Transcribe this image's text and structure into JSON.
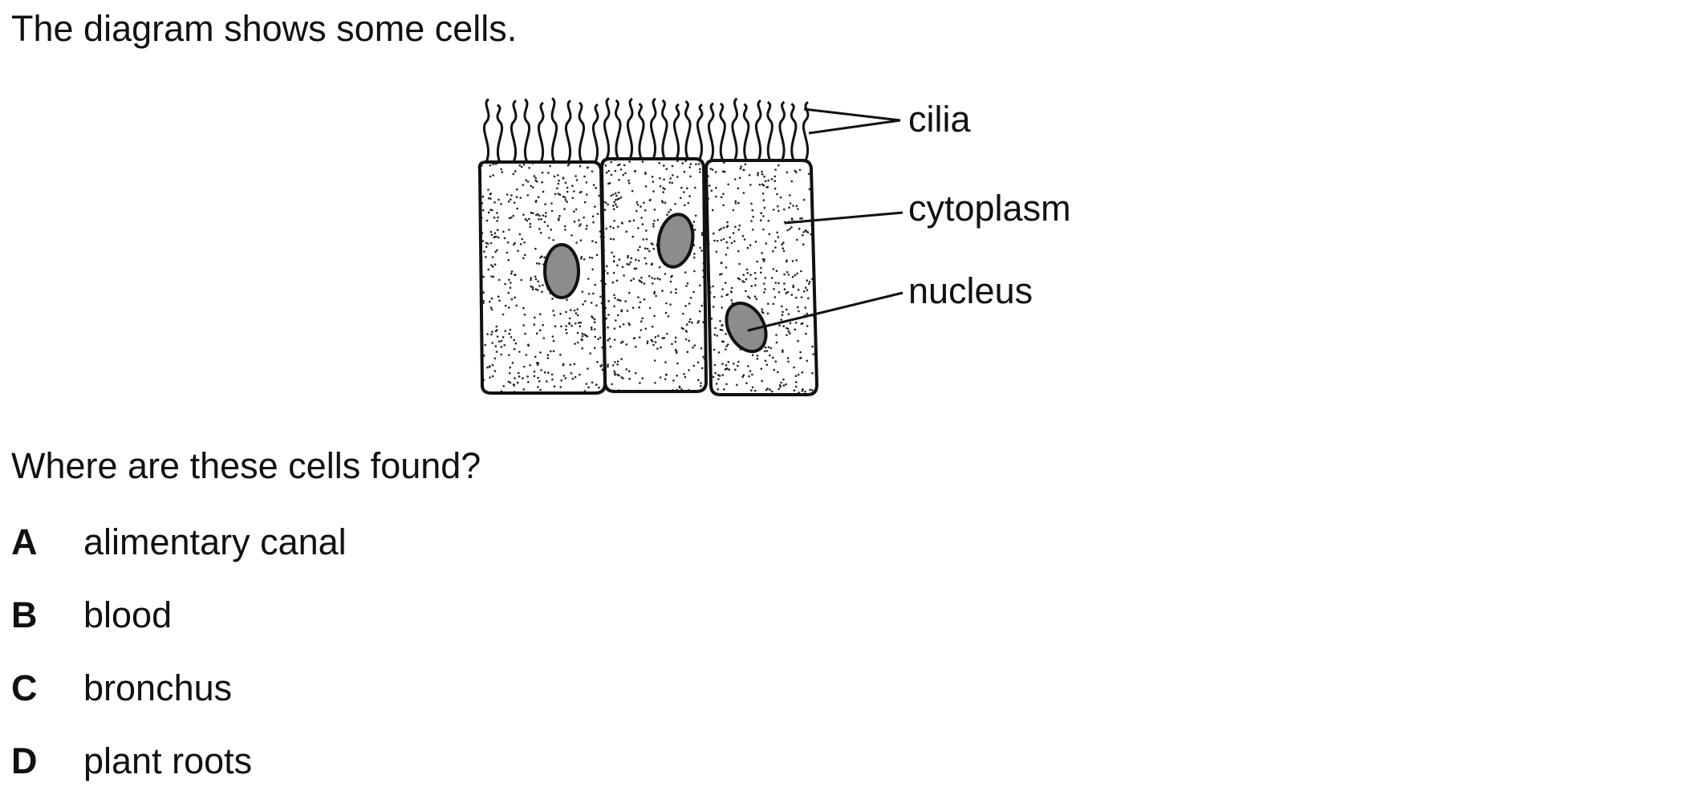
{
  "intro": "The diagram shows some cells.",
  "diagram": {
    "labels": {
      "cilia": "cilia",
      "cytoplasm": "cytoplasm",
      "nucleus": "nucleus"
    }
  },
  "question": "Where are these cells found?",
  "options": [
    {
      "letter": "A",
      "text": "alimentary canal"
    },
    {
      "letter": "B",
      "text": "blood"
    },
    {
      "letter": "C",
      "text": "bronchus"
    },
    {
      "letter": "D",
      "text": "plant roots"
    }
  ]
}
